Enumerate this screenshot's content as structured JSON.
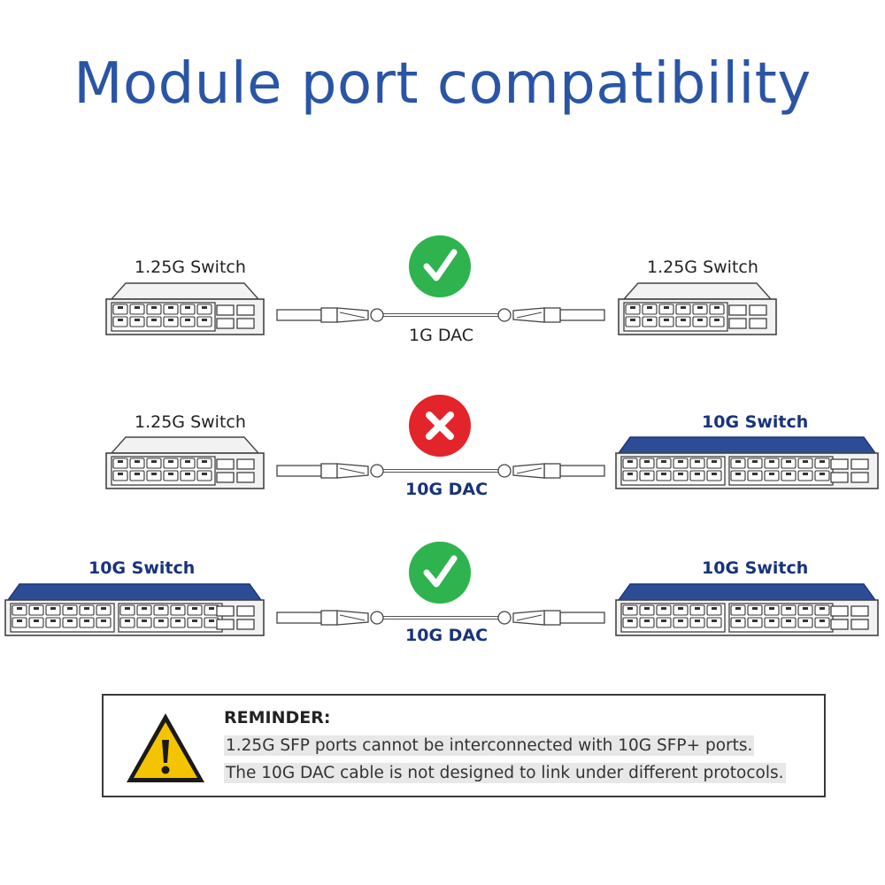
{
  "title": "Module port compatibility",
  "colors": {
    "title": "#2a55a6",
    "switch_10g": "#2d4c96",
    "switch_125g": "#f2f2f2",
    "ok": "#2eb34f",
    "bad": "#e3242b",
    "warning": "#f5c400"
  },
  "rows": [
    {
      "left_switch": "1.25G Switch",
      "right_switch": "1.25G Switch",
      "cable": "1G DAC",
      "status": "compatible",
      "status_icon": "check-icon"
    },
    {
      "left_switch": "1.25G Switch",
      "right_switch": "10G Switch",
      "cable": "10G DAC",
      "status": "incompatible",
      "status_icon": "cross-icon"
    },
    {
      "left_switch": "10G Switch",
      "right_switch": "10G Switch",
      "cable": "10G DAC",
      "status": "compatible",
      "status_icon": "check-icon"
    }
  ],
  "reminder": {
    "icon": "warning-icon",
    "heading": "REMINDER:",
    "lines": [
      "1.25G SFP ports cannot be interconnected with 10G SFP+ ports.",
      "The 10G DAC cable is not designed to link under different protocols."
    ]
  }
}
